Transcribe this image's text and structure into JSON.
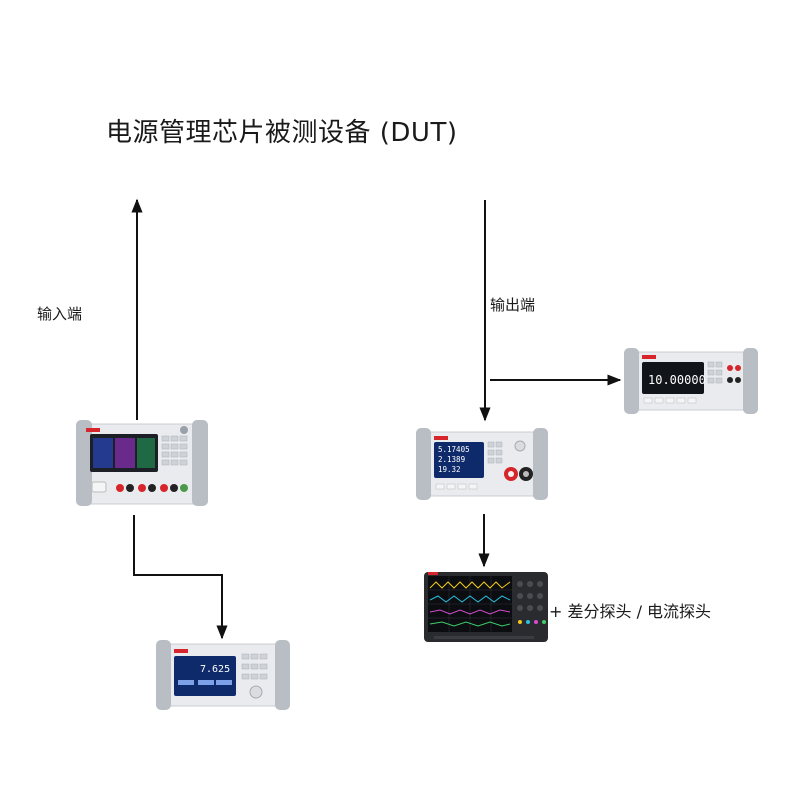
{
  "diagram": {
    "title": "电源管理芯片被测设备 (DUT)",
    "labels": {
      "input_side": "输入端",
      "output_side": "输出端",
      "probes": "+ 差分探头 / 电流探头"
    },
    "instruments": {
      "power_supply": {
        "readouts": [
          "",
          "",
          ""
        ]
      },
      "power_analyzer": {
        "reading": "7.625"
      },
      "electronic_load": {
        "readouts": [
          "5.17405",
          "2.1389",
          "19.32"
        ]
      },
      "multimeter": {
        "reading": "10.00000"
      },
      "oscilloscope": {}
    },
    "colors": {
      "brand_red": "#d6262b",
      "panel": "#e9ebee",
      "bumper": "#b9bec4",
      "screen": "#0f2a6b",
      "scope_body": "#2a2b2e"
    }
  }
}
